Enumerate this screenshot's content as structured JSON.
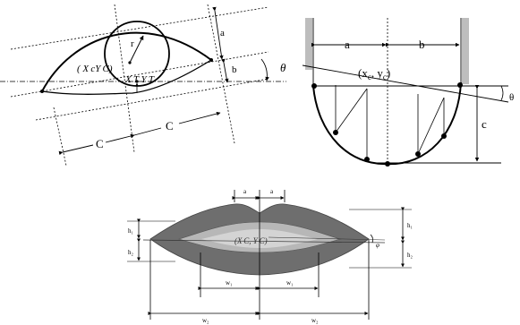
{
  "panel_left": {
    "label_a": "a",
    "label_b": "b",
    "label_r": "r",
    "label_theta": "θ",
    "label_center": "( X cY C)",
    "label_top": "X T Y T",
    "label_c_left": "C",
    "label_c_right": "C"
  },
  "panel_right": {
    "label_a": "a",
    "label_b": "b",
    "label_center": "(x",
    "label_center_sub": "c",
    "label_center_mid": ", y",
    "label_center_sub2": "c",
    "label_center_end": ")",
    "label_theta": "θ",
    "label_c": "c"
  },
  "panel_bottom": {
    "label_top_left": "a",
    "label_top_right": "a",
    "label_h1_left": "h₁",
    "label_h2_left": "h₂",
    "label_h1_right": "h₁",
    "label_h2_right": "h₂",
    "label_center": "(X C, Y C)",
    "label_phi": "φ",
    "label_w1_left": "w₁",
    "label_w1_right": "w₁",
    "label_w2_left": "w₂",
    "label_w2_right": "w₂"
  }
}
